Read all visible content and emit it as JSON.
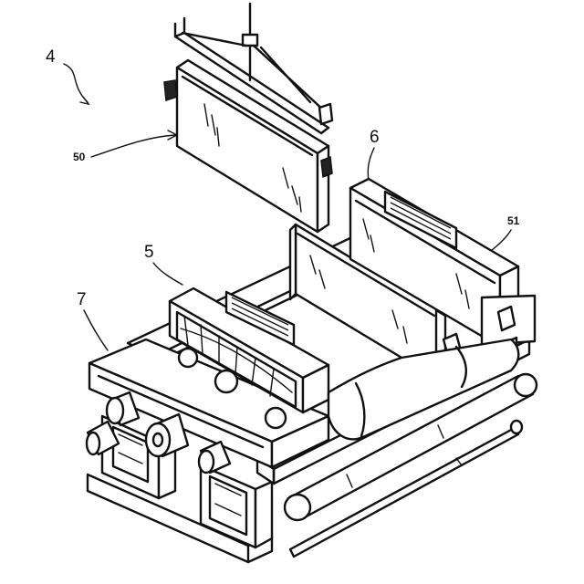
{
  "figure": {
    "refs": {
      "assembly": "4",
      "unit_left": "5",
      "unit_right": "6",
      "frame_end": "7",
      "panel_lifted": "50",
      "panel_right": "51"
    },
    "colors": {
      "line": "#111111",
      "background": "#ffffff"
    }
  }
}
